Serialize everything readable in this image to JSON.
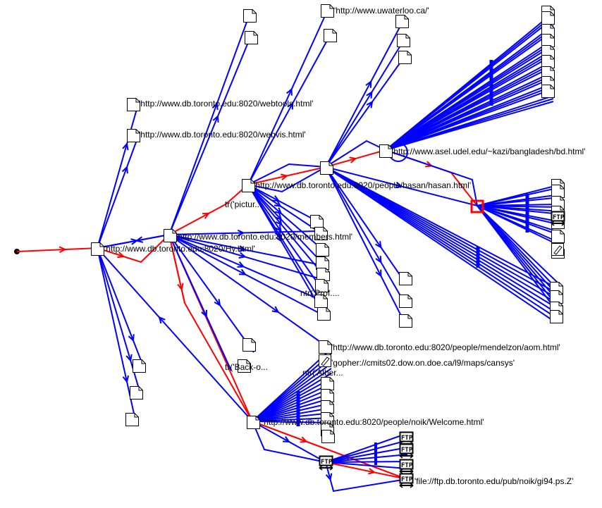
{
  "colors": {
    "edge": "#0000ff",
    "path": "#ff0000",
    "node_stroke": "#000000",
    "background": "#ffffff"
  },
  "labels": {
    "hy": "'http://www.db.toronto.edu:8020/Hy.html'",
    "members": "'http://www.db.toronto.edu:8020/members.html'",
    "webtools": "'http://www.db.toronto.edu:8020/webtools.html'",
    "webvis": "'http://www.db.toronto.edu:8020/webvis.html'",
    "uwaterloo": "'http://www.uwaterloo.ca/'",
    "hasan": "'http://www.db.toronto.edu:8020/people/hasan/hasan.html'",
    "bangladesh": "'http://www.asel.udel.edu/~kazi/bangladesh/bd.html'",
    "pictur": "tr('pictur...",
    "prof": "ntr('Prof....",
    "back": "tr('Back-o...",
    "alber": "ntr('Alber...",
    "mendelzon": "'http://www.db.toronto.edu:8020/people/mendelzon/aom.html'",
    "gopher": "'gopher://cmits02.dow.on.doe.ca/l9/maps/cansys'",
    "noik": "'http://www.db.toronto.edu:8020/people/noik/Welcome.html'",
    "gi94": "'file://ftp.db.toronto.edu/pub/noik/gi94.ps.Z'"
  },
  "icon_types": {
    "doc": "document-icon",
    "ftp": "ftp-icon",
    "gopher": "gopher-icon"
  }
}
